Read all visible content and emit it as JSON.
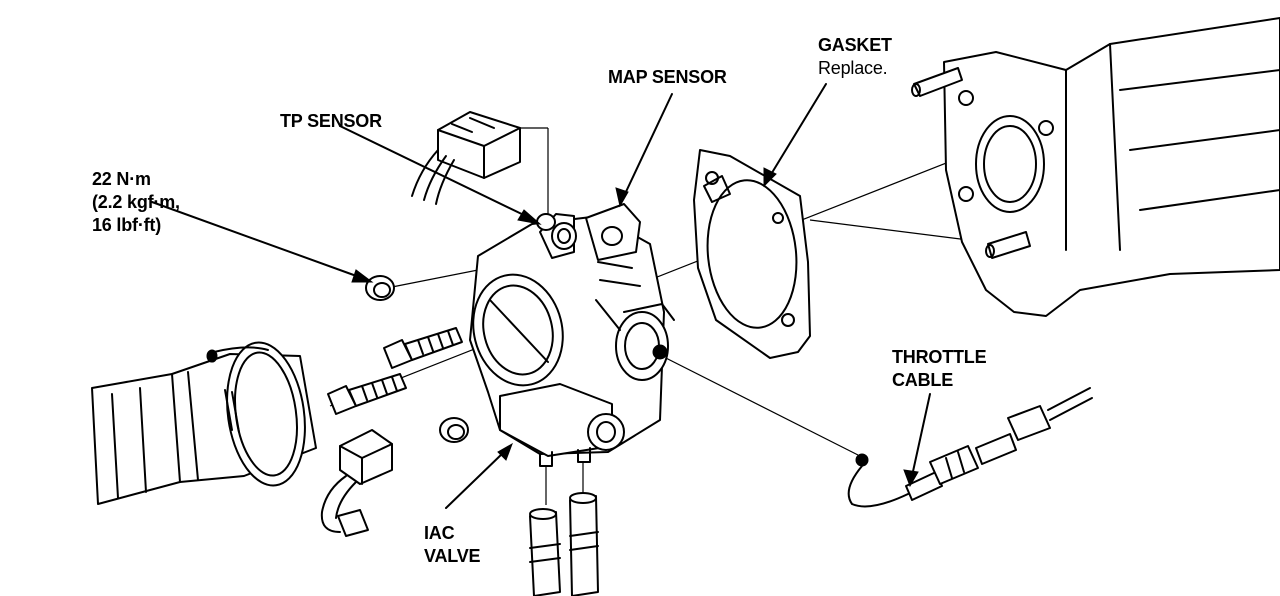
{
  "labels": {
    "torque_line1": "22 N·m",
    "torque_line2": "(2.2 kgf·m,",
    "torque_line3": "16 lbf·ft)",
    "tp_sensor": "TP SENSOR",
    "map_sensor": "MAP SENSOR",
    "gasket": "GASKET",
    "gasket_note": "Replace.",
    "throttle_line1": "THROTTLE",
    "throttle_line2": "CABLE",
    "iac_line1": "IAC",
    "iac_line2": "VALVE"
  },
  "colors": {
    "ink": "#000000",
    "paper": "#ffffff"
  }
}
